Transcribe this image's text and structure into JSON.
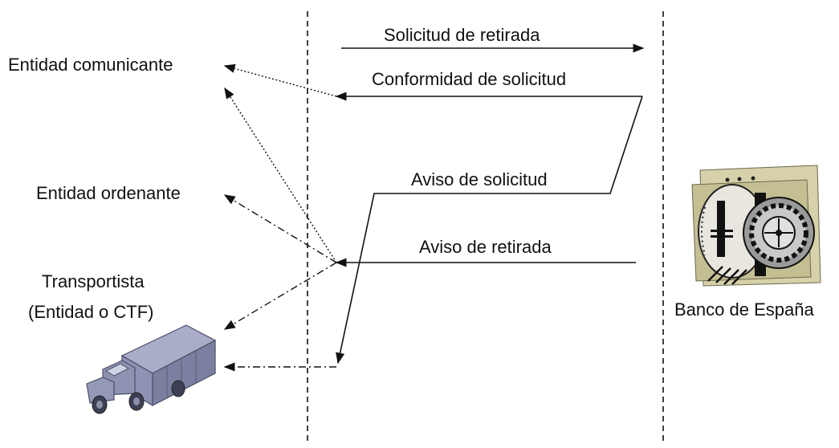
{
  "entities": {
    "comunicante": "Entidad comunicante",
    "ordenante": "Entidad ordenante",
    "transportista_line1": "Transportista",
    "transportista_line2": "(Entidad o CTF)",
    "banco": "Banco de España"
  },
  "messages": {
    "solicitud_retirada": "Solicitud de retirada",
    "conformidad_solicitud": "Conformidad de solicitud",
    "aviso_solicitud": "Aviso de solicitud",
    "aviso_retirada": "Aviso de retirada"
  },
  "icons": {
    "truck": "delivery-truck-icon",
    "vault": "bank-vault-icon"
  },
  "colors": {
    "line": "#111111",
    "truck": "#8e93b3",
    "vault_bg": "#c9c4a0",
    "vault_door": "#8a8a8a"
  }
}
